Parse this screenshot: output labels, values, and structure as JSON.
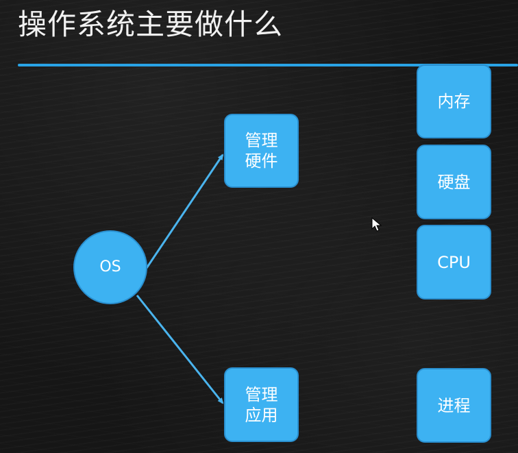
{
  "slide": {
    "title": "操作系统主要做什么"
  },
  "diagram": {
    "root": {
      "label": "OS"
    },
    "branches": [
      {
        "label": "管理\n硬件"
      },
      {
        "label": "管理\n应用"
      }
    ],
    "hardware_items": [
      {
        "label": "内存"
      },
      {
        "label": "硬盘"
      },
      {
        "label": "CPU"
      }
    ],
    "app_items": [
      {
        "label": "进程"
      }
    ]
  },
  "colors": {
    "accent": "#3db2f2",
    "accent_border": "#2a8fcf",
    "divider": "#29a3e6",
    "connector": "#4ab4ee",
    "background": "#161616",
    "text": "#ffffff"
  }
}
